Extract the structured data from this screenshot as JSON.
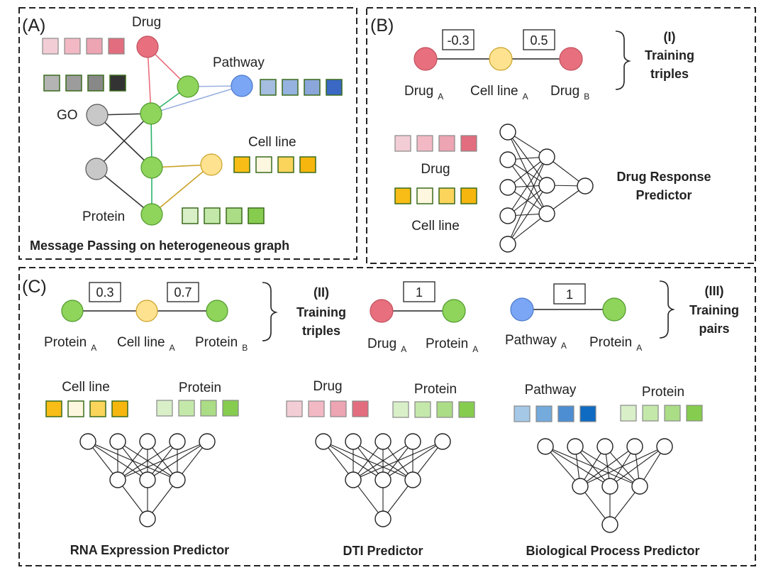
{
  "panelA": {
    "letter": "(A)",
    "labels": {
      "drug": "Drug",
      "pathway": "Pathway",
      "go": "GO",
      "cell_line": "Cell line",
      "protein": "Protein"
    },
    "caption": "Message Passing on heterogeneous graph"
  },
  "panelB": {
    "letter": "(B)",
    "edge_values": [
      "-0.3",
      "0.5"
    ],
    "nodes": [
      {
        "label": "Drug",
        "sub": "A"
      },
      {
        "label": "Cell line",
        "sub": "A"
      },
      {
        "label": "Drug",
        "sub": "B"
      }
    ],
    "training": {
      "roman": "(I)",
      "line1": "Training",
      "line2": "triples"
    },
    "drug_label": "Drug",
    "cell_line_label": "Cell line",
    "predictor_line1": "Drug Response",
    "predictor_line2": "Predictor"
  },
  "panelC": {
    "letter": "(C)",
    "rna": {
      "edge_values": [
        "0.3",
        "0.7"
      ],
      "nodes": [
        {
          "label": "Protein",
          "sub": "A"
        },
        {
          "label": "Cell line",
          "sub": "A"
        },
        {
          "label": "Protein",
          "sub": "B"
        }
      ],
      "input1": "Cell line",
      "input2": "Protein",
      "predictor": "RNA Expression Predictor"
    },
    "training_triples": {
      "roman": "(II)",
      "line1": "Training",
      "line2": "triples"
    },
    "dti": {
      "edge_value": "1",
      "nodes": [
        {
          "label": "Drug",
          "sub": "A"
        },
        {
          "label": "Protein",
          "sub": "A"
        }
      ],
      "input1": "Drug",
      "input2": "Protein",
      "predictor": "DTI Predictor"
    },
    "bp": {
      "edge_value": "1",
      "nodes": [
        {
          "label": "Pathway",
          "sub": "A"
        },
        {
          "label": "Protein",
          "sub": "A"
        }
      ],
      "input1": "Pathway",
      "input2": "Protein",
      "predictor": "Biological Process Predictor"
    },
    "training_pairs": {
      "roman": "(III)",
      "line1": "Training",
      "line2": "pairs"
    }
  },
  "colors": {
    "drug_node": "#e8707e",
    "pathway_node": "#7aa6f5",
    "go_node": "#c8c8c8",
    "cell_line_node": "#ffe290",
    "protein_node": "#8fd45b",
    "drug_edge": "#e8707e",
    "pathway_edge": "#9ab0e0",
    "protein_edge": "#2bb36a",
    "cell_line_edge": "#c9a227",
    "drug_squares": [
      "#f3cdd5",
      "#f2b9c4",
      "#eda4b3",
      "#e26d7e"
    ],
    "gray_squares": [
      "#b4b4b4",
      "#9c9c9c",
      "#888888",
      "#333333"
    ],
    "pathway_squares_A": [
      "#a4bde0",
      "#95b2e0",
      "#8aa6da",
      "#3a68c4"
    ],
    "pathway_squares_C": [
      "#a4c8e6",
      "#74aadc",
      "#4d8ed2",
      "#0f6bc2"
    ],
    "cell_line_squares": [
      "#f8bd16",
      "#fdf7e0",
      "#fbd45c",
      "#f6b60e"
    ],
    "protein_squares": [
      "#d8efc8",
      "#c4e8aa",
      "#abdc86",
      "#86cc4f"
    ]
  }
}
